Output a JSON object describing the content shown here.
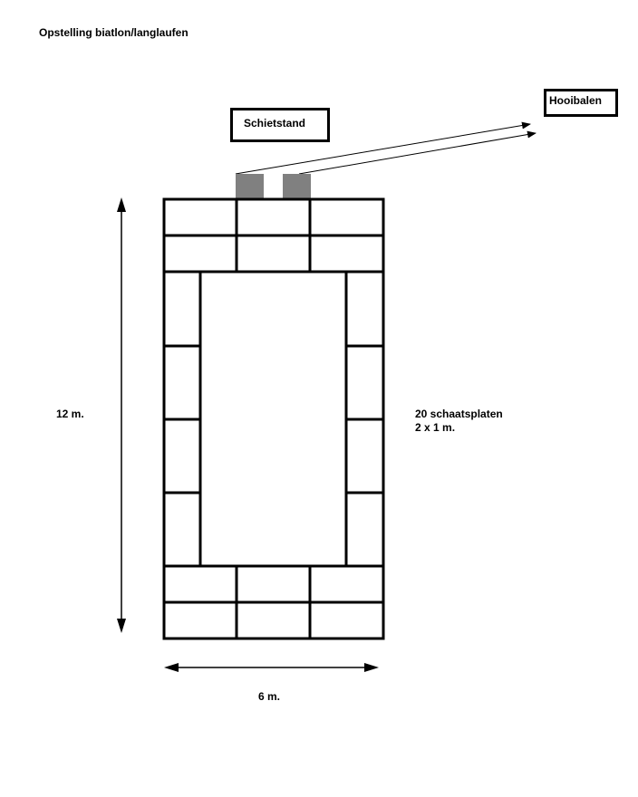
{
  "title": "Opstelling biatlon/langlaufen",
  "labels": {
    "shooting_range": "Schietstand",
    "hay_bales": "Hooibalen",
    "height_dimension": "12 m.",
    "width_dimension": "6 m.",
    "plates_count": "20 schaatsplaten",
    "plates_size": "2 x 1 m."
  },
  "colors": {
    "line": "#000000",
    "target_block": "#808080",
    "background": "#ffffff"
  },
  "layout_info": {
    "plate_count": 20,
    "plate_width_m": 2,
    "plate_length_m": 1,
    "total_length_m": 12,
    "total_width_m": 6,
    "shooting_lanes": 2
  }
}
